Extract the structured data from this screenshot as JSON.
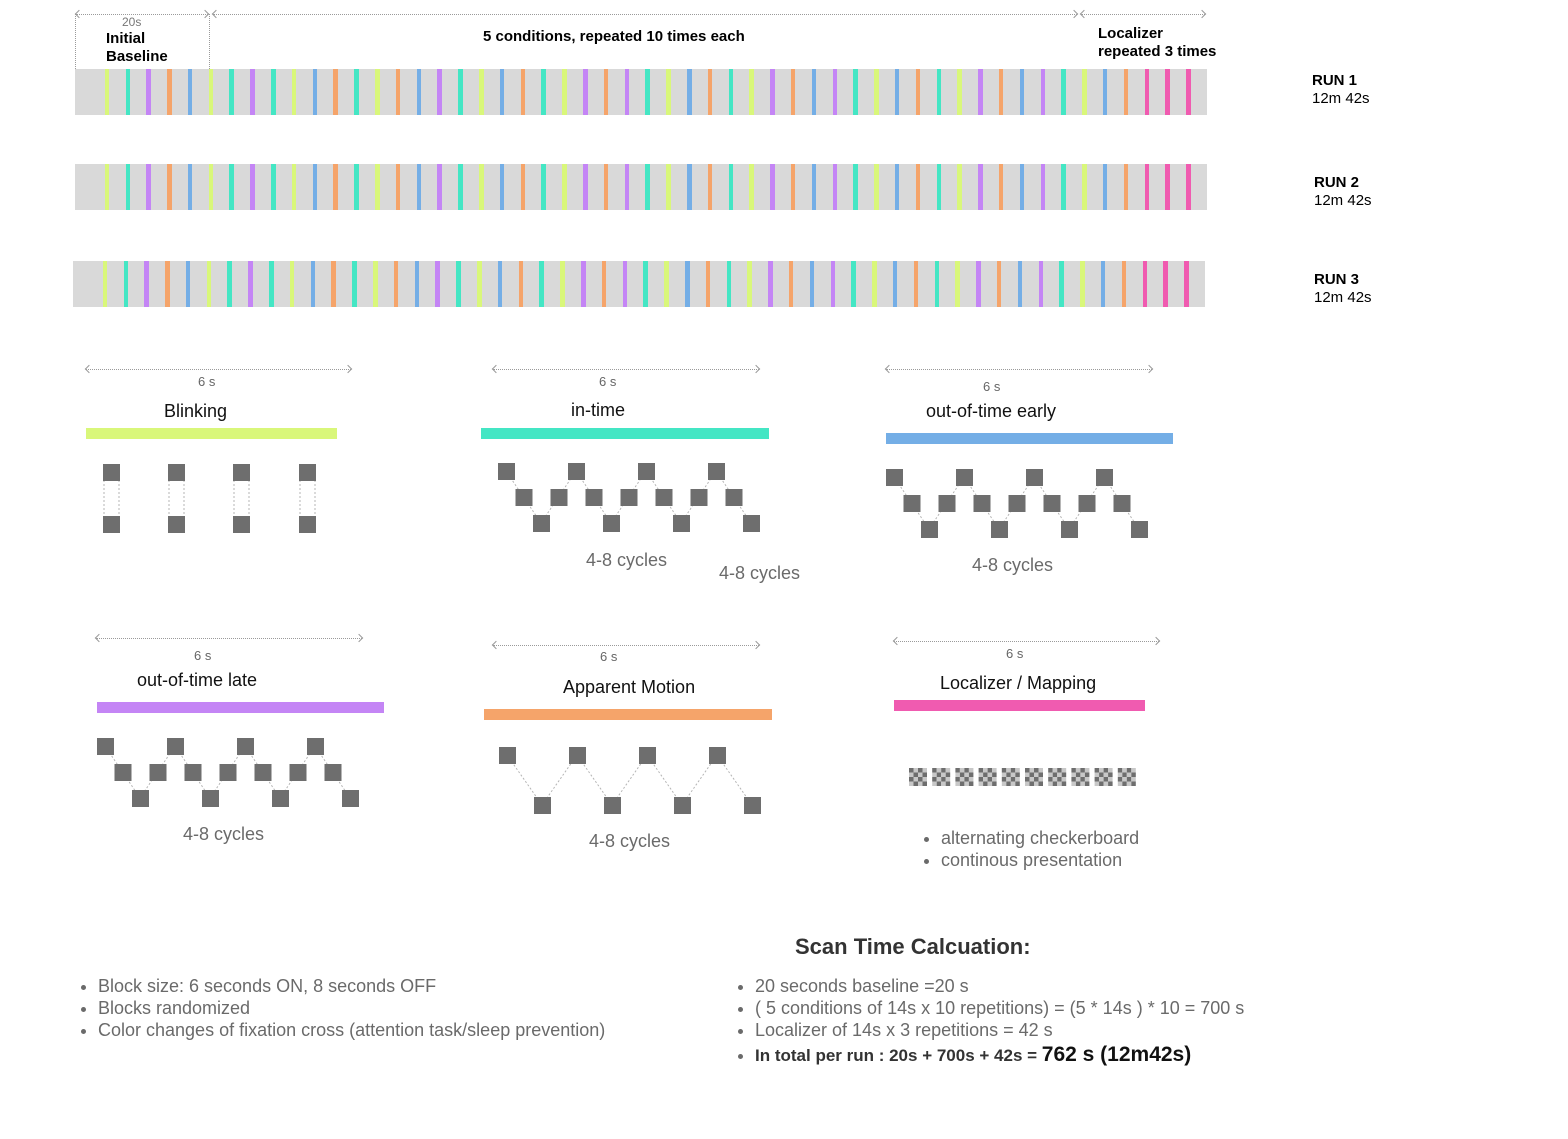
{
  "header": {
    "baseline_duration": "20s",
    "baseline_label_line1": "Initial",
    "baseline_label_line2": "Baseline",
    "conditions_label": "5 conditions,  repeated 10 times each",
    "localizer_label_line1": "Localizer",
    "localizer_label_line2": "repeated 3 times"
  },
  "colors": {
    "blinking": "#d9f77a",
    "in_time": "#44e6c4",
    "out_of_time_early": "#74aee6",
    "out_of_time_late": "#c485f5",
    "apparent_motion": "#f5a46a",
    "localizer": "#f05bb0",
    "track": "#d9d9d9",
    "square": "#6e6e6e"
  },
  "runs": [
    {
      "name": "RUN 1",
      "time": "12m 42s"
    },
    {
      "name": "RUN 2",
      "time": "12m 42s"
    },
    {
      "name": "RUN 3",
      "time": "12m 42s"
    }
  ],
  "block_sequence": [
    "blinking",
    "in_time",
    "out_of_time_late",
    "apparent_motion",
    "out_of_time_early",
    "blinking",
    "in_time",
    "out_of_time_late",
    "in_time",
    "blinking",
    "out_of_time_early",
    "apparent_motion",
    "in_time",
    "blinking",
    "apparent_motion",
    "out_of_time_early",
    "out_of_time_late",
    "in_time",
    "blinking",
    "out_of_time_early",
    "apparent_motion",
    "in_time",
    "blinking",
    "out_of_time_late",
    "apparent_motion",
    "out_of_time_late",
    "in_time",
    "blinking",
    "out_of_time_early",
    "apparent_motion",
    "in_time",
    "blinking",
    "out_of_time_late",
    "apparent_motion",
    "out_of_time_early",
    "out_of_time_late",
    "in_time",
    "blinking",
    "out_of_time_early",
    "apparent_motion",
    "in_time",
    "blinking",
    "out_of_time_late",
    "apparent_motion",
    "out_of_time_early",
    "out_of_time_late",
    "in_time",
    "blinking",
    "out_of_time_early",
    "apparent_motion",
    "localizer",
    "localizer",
    "localizer"
  ],
  "conditions": [
    {
      "key": "blinking",
      "title": "Blinking",
      "duration": "6 s",
      "cycles": ""
    },
    {
      "key": "in_time",
      "title": "in-time",
      "duration": "6 s",
      "cycles": "4-8 cycles",
      "cycles_extra": "4-8 cycles"
    },
    {
      "key": "out_of_time_early",
      "title": "out-of-time early",
      "duration": "6 s",
      "cycles": "4-8 cycles"
    },
    {
      "key": "out_of_time_late",
      "title": "out-of-time late",
      "duration": "6 s",
      "cycles": "4-8 cycles"
    },
    {
      "key": "apparent_motion",
      "title": "Apparent Motion",
      "duration": "6 s",
      "cycles": "4-8 cycles"
    },
    {
      "key": "localizer",
      "title": "Localizer / Mapping",
      "duration": "6 s",
      "notes": [
        "alternating checkerboard",
        "continous presentation"
      ]
    }
  ],
  "design_notes": [
    "Block size: 6 seconds ON,  8 seconds OFF",
    "Blocks randomized",
    "Color changes of fixation cross (attention task/sleep prevention)"
  ],
  "scan_time": {
    "title": "Scan Time Calcuation:",
    "items": [
      "20 seconds baseline  =20 s",
      "( 5 conditions of 14s x 10 repetitions) = (5 * 14s ) * 10 = 700 s",
      "Localizer of 14s x 3 repetitions = 42 s"
    ],
    "total_prefix": "In total per run : 20s + 700s + 42s = ",
    "total_value": "762 s  (12m42s)"
  }
}
